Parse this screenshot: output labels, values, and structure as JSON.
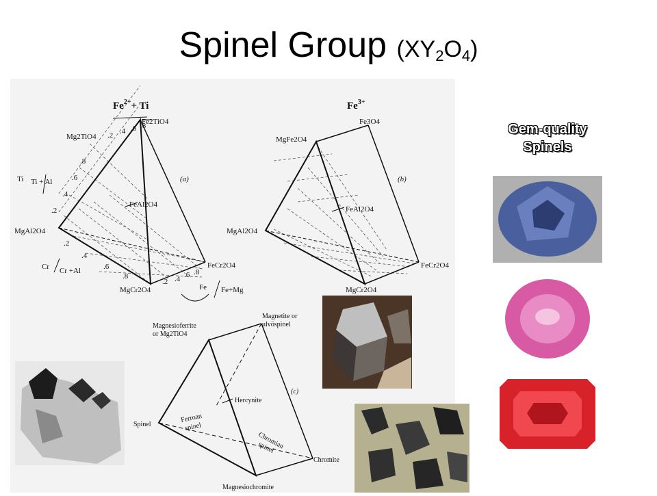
{
  "title": {
    "main": "Spinel Group",
    "formula_open": "(XY",
    "formula_sub1": "2",
    "formula_o": "O",
    "formula_sub2": "4",
    "formula_close": ")"
  },
  "gem_caption": {
    "line1": "Gem-quality",
    "line2": "Spinels"
  },
  "diagram_a": {
    "header_main": "Fe",
    "header_sup": "2+",
    "header_rest": "+ Ti",
    "top_left": "Mg2TiO4",
    "top_right": "Fe2TiO4",
    "left": "MgAl2O4",
    "bottom": "MgCr2O4",
    "right": "FeCr2O4",
    "interior": "FeAl2O4",
    "tag": "(a)",
    "axis_ti_num": "Ti",
    "axis_ti_den": "Ti + Al",
    "axis_cr_num": "Cr",
    "axis_cr_den": "Cr +Al",
    "axis_fe_num": "Fe",
    "axis_fe_den": "Fe+Mg",
    "ticks_top": [
      ".2",
      ".4",
      ".6",
      ".8"
    ],
    "ticks_left": [
      ".8",
      ".6",
      ".4",
      ".2"
    ],
    "ticks_front": [
      ".2",
      ".4",
      ".6",
      ".8"
    ],
    "ticks_bottom": [
      ".2",
      ".4",
      ".6",
      ".8"
    ]
  },
  "diagram_b": {
    "header_main": "Fe",
    "header_sup": "3+",
    "top_left": "MgFe2O4",
    "top_right": "Fe3O4",
    "left": "MgAl2O4",
    "bottom": "MgCr2O4",
    "right": "FeCr2O4",
    "interior": "FeAl2O4",
    "tag": "(b)"
  },
  "diagram_c": {
    "top_left_1": "Magnesioferrite",
    "top_left_2": "or Mg2TiO4",
    "top_right_1": "Magnetite or",
    "top_right_2": "ulvöspinel",
    "left": "Spinel",
    "bottom": "Magnesiochromite",
    "right": "Chromite",
    "interior": "Hercynite",
    "ferroan_1": "Ferroan",
    "ferroan_2": "spinel",
    "chromian_1": "Chromian",
    "chromian_2": "spinel",
    "tag": "(c)"
  },
  "gems": [
    {
      "name": "blue-gem",
      "color": "#4a5f9e"
    },
    {
      "name": "pink-gem",
      "color": "#d85aa4"
    },
    {
      "name": "red-gem",
      "color": "#d8222a"
    }
  ]
}
